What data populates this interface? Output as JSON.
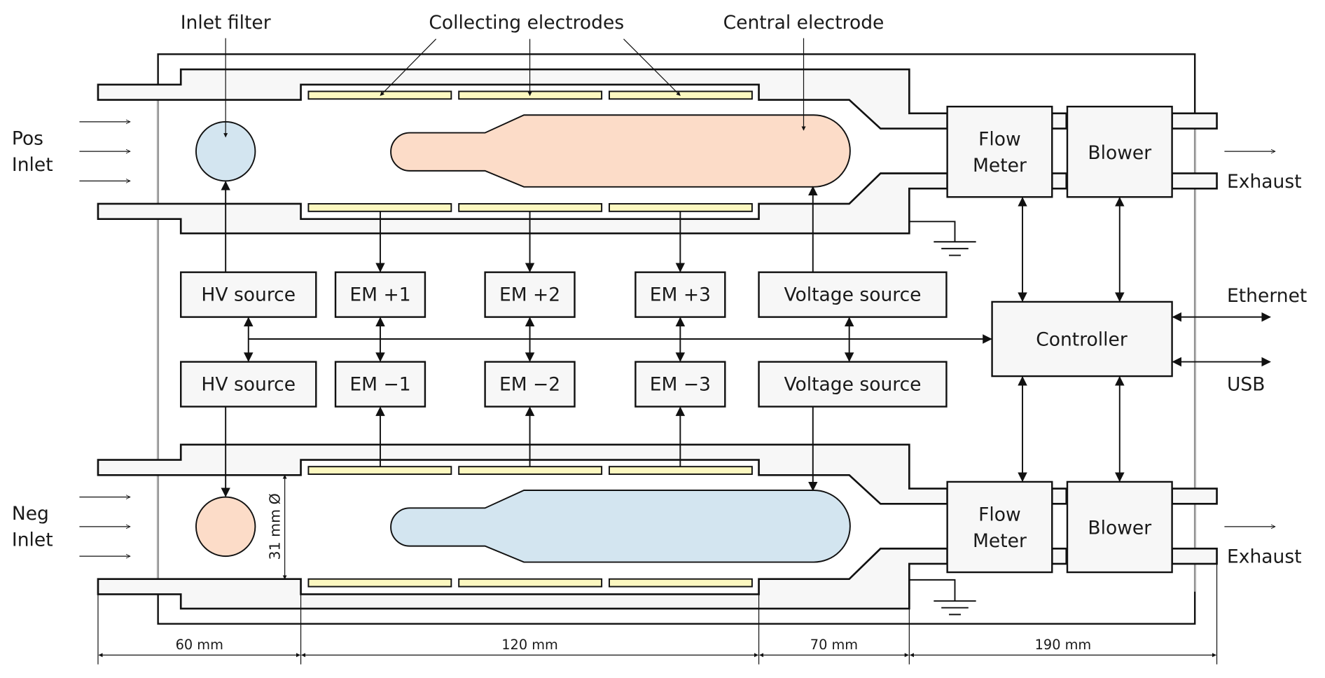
{
  "title_labels": {
    "inlet_filter": "Inlet filter",
    "collecting_electrodes": "Collecting electrodes",
    "central_electrode": "Central electrode"
  },
  "inlets": {
    "pos_line1": "Pos",
    "pos_line2": "Inlet",
    "neg_line1": "Neg",
    "neg_line2": "Inlet"
  },
  "outlets": {
    "exhaust_top": "Exhaust",
    "exhaust_bottom": "Exhaust",
    "ethernet": "Ethernet",
    "usb": "USB"
  },
  "boxes": {
    "hv_source_pos": "HV source",
    "hv_source_neg": "HV source",
    "em_pos": [
      "EM +1",
      "EM +2",
      "EM +3"
    ],
    "em_neg": [
      "EM −1",
      "EM −2",
      "EM −3"
    ],
    "voltage_source_pos": "Voltage source",
    "voltage_source_neg": "Voltage source",
    "controller": "Controller",
    "flow_meter_top": [
      "Flow",
      "Meter"
    ],
    "flow_meter_bottom": [
      "Flow",
      "Meter"
    ],
    "blower_top": "Blower",
    "blower_bottom": "Blower"
  },
  "dimensions": {
    "diameter": "31 mm Ø",
    "segments": [
      "60 mm",
      "120 mm",
      "70 mm",
      "190 mm"
    ]
  },
  "colors": {
    "positive_fill": "#fcdcc8",
    "negative_fill": "#d3e5f0",
    "electrode_plate": "#fcf8c0",
    "box_fill": "#f7f7f7"
  }
}
